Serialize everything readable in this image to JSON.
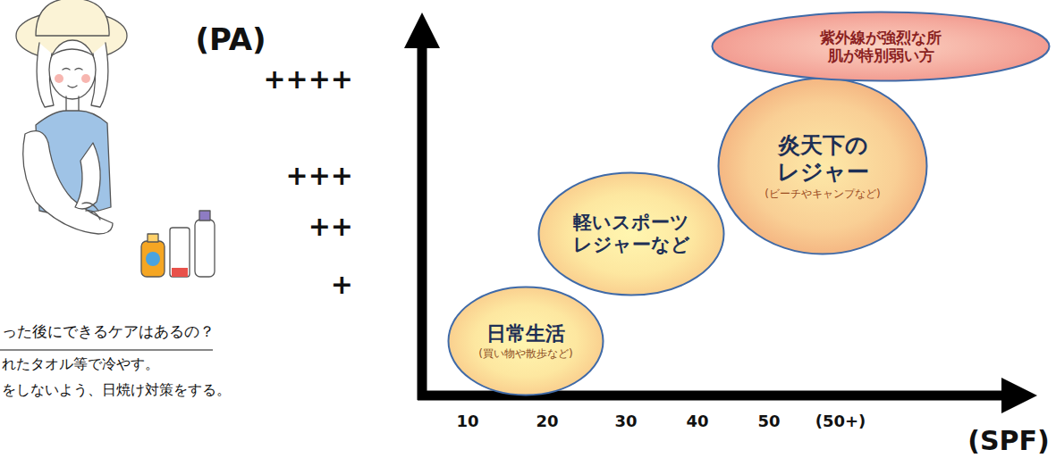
{
  "diagram": {
    "nodes": [
      {
        "text": [
          "日常生活",
          "(買い物や散歩など)"
        ]
      },
      {
        "text": [
          "軽いスポーツ レジャーなど"
        ]
      },
      {
        "text": [
          "炎天下の レジャー",
          "(ビーチやキャンプなど)"
        ]
      },
      {
        "text": [
          "紫外線が強烈な所 肌が特別弱い方"
        ]
      }
    ],
    "labels": [
      "(PA)",
      "++++",
      "+++",
      "++",
      "+",
      "10",
      "20",
      "30",
      "40",
      "50",
      "(50+)",
      "(SPF)",
      "った後にできるケアはあるの？",
      "れたタオル等で冷やす。",
      "をしないよう、日焼け対策をする。"
    ]
  }
}
